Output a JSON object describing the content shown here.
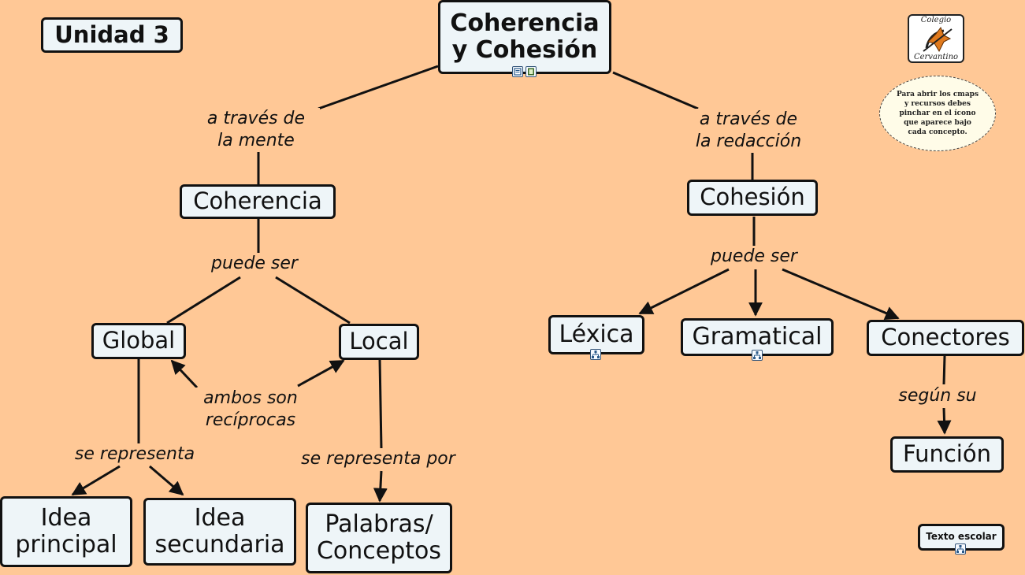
{
  "header": {
    "unit_label": "Unidad 3"
  },
  "root": {
    "title": "Coherencia\ny Cohesión"
  },
  "links": {
    "left_top": "a través de\nla mente",
    "right_top": "a través de\nla redacción",
    "coherencia_type": "puede ser",
    "cohesion_type": "puede ser",
    "reciprocal": "ambos son\nrecíprocas",
    "global_rep": "se representa",
    "local_rep": "se representa por",
    "conectores_rel": "según su"
  },
  "concepts": {
    "coherencia": "Coherencia",
    "cohesion": "Cohesión",
    "global": "Global",
    "local": "Local",
    "lexica": "Léxica",
    "gramatical": "Gramatical",
    "conectores": "Conectores",
    "funcion": "Función",
    "idea_principal": "Idea\nprincipal",
    "idea_secundaria": "Idea\nsecundaria",
    "palabras": "Palabras/\nConceptos",
    "texto_escolar": "Texto escolar"
  },
  "note": {
    "text": "Para abrir los cmaps y recursos debes pinchar en el ícono que aparece bajo cada concepto."
  },
  "logo": {
    "top_text": "Colegio",
    "bottom_text": "Cervantino"
  },
  "colors": {
    "background": "#FFC896",
    "node_fill": "#EEF5F8",
    "line": "#111111"
  },
  "icons": [
    "document-icon",
    "film-icon",
    "concept-map-icon"
  ]
}
